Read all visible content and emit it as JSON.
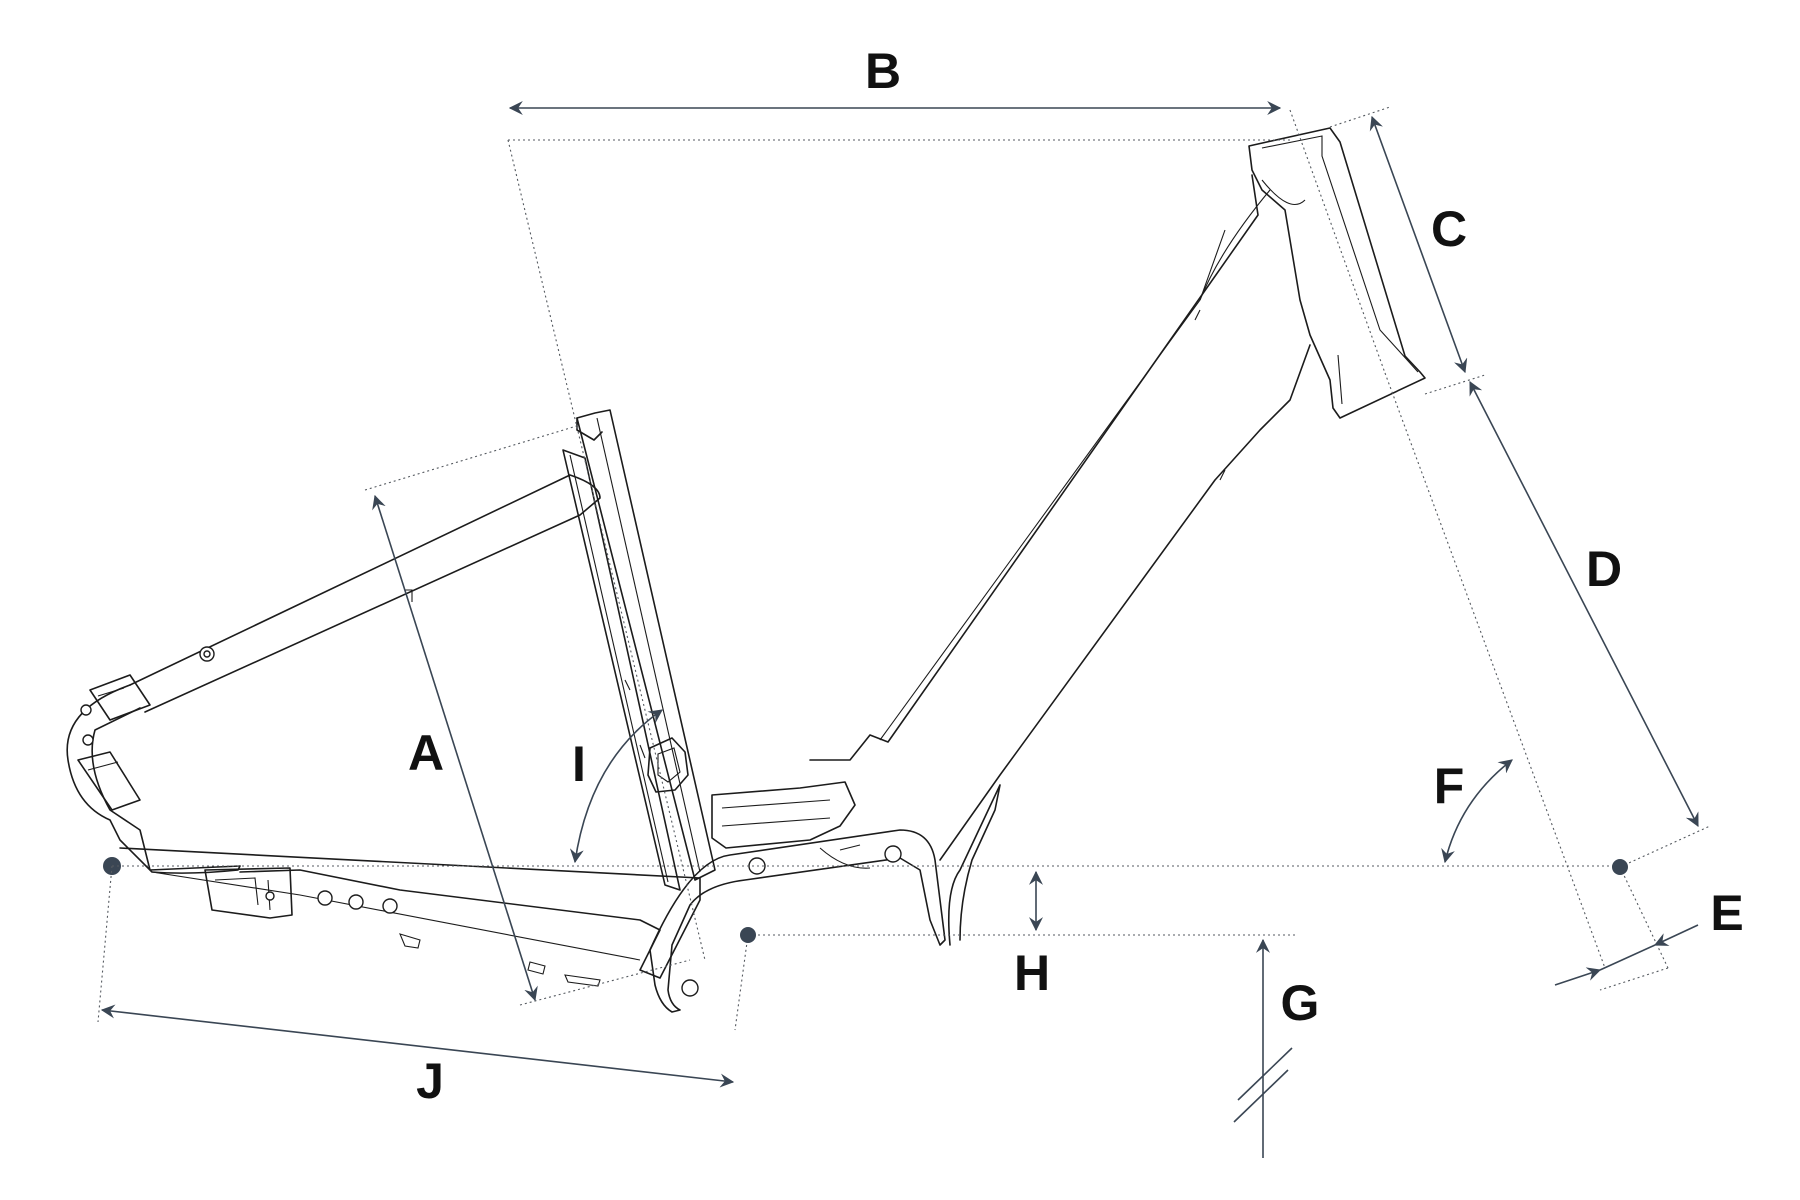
{
  "colors": {
    "frame_line": "#1c1c1c",
    "dimension_line": "#3a4654",
    "guide_line": "#555a60",
    "background": "#ffffff",
    "label_text": "#111111"
  },
  "dimensions": [
    {
      "key": "A",
      "label": "A"
    },
    {
      "key": "B",
      "label": "B"
    },
    {
      "key": "C",
      "label": "C"
    },
    {
      "key": "D",
      "label": "D"
    },
    {
      "key": "E",
      "label": "E"
    },
    {
      "key": "F",
      "label": "F"
    },
    {
      "key": "G",
      "label": "G"
    },
    {
      "key": "H",
      "label": "H"
    },
    {
      "key": "I",
      "label": "I"
    },
    {
      "key": "J",
      "label": "J"
    }
  ]
}
